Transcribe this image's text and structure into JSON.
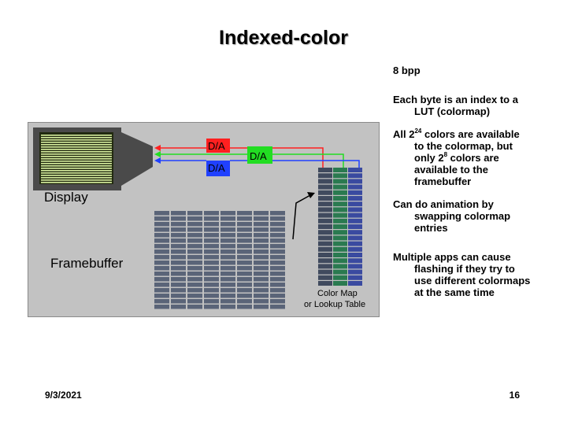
{
  "slide": {
    "title": "Indexed-color",
    "bullets": [
      {
        "text": "8 bpp"
      },
      {
        "text": "Each byte is an index to a LUT (colormap)"
      },
      {
        "pre": "All 2",
        "sup": "24",
        "post": " colors are available to the colormap, but only 2",
        "sup2": "8",
        "post2": " colors are available to the framebuffer"
      },
      {
        "text": "Can do animation by swapping colormap entries"
      },
      {
        "text": "Multiple apps can cause flashing if they try to use different colormaps at the same time"
      }
    ],
    "date": "9/3/2021",
    "page_number": "16"
  },
  "figure": {
    "labels": {
      "display": "Display",
      "framebuffer": "Framebuffer",
      "colormap_line1": "Color Map",
      "colormap_line2": "or Lookup Table",
      "da_red": "D/A",
      "da_green": "D/A",
      "da_blue": "D/A"
    },
    "colors": {
      "background": "#c2c2c2",
      "red": "#ff2020",
      "green": "#22dd22",
      "blue": "#2040ff",
      "monitor": "#4a4a4a",
      "screen_lines": "#d8f0a0",
      "cells": "#5a6478",
      "lut_rows": "#404a5e",
      "lut_green_col": "#2a7a50",
      "lut_blue_col": "#3a4aa0"
    }
  }
}
